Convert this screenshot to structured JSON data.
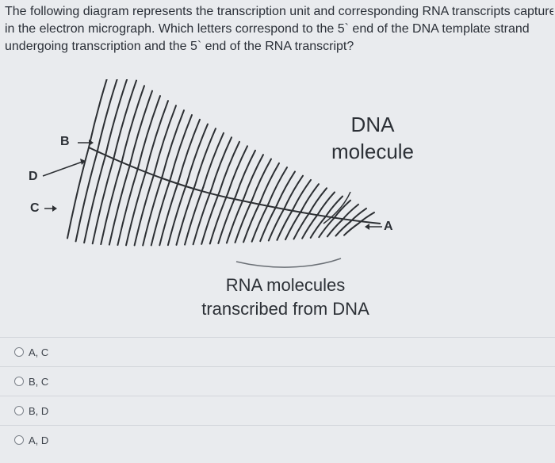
{
  "question": {
    "line1": "The following diagram represents the transcription unit and corresponding RNA transcripts capturec",
    "line2": "in the electron micrograph. Which letters correspond to the 5` end of the DNA template strand",
    "line3": "undergoing transcription and the 5` end of the RNA transcript?"
  },
  "figure": {
    "label_b": "B",
    "label_d": "D",
    "label_c": "C",
    "label_a": "A",
    "dna_line1": "DNA",
    "dna_line2": "molecule",
    "rna_line1": "RNA molecules",
    "rna_line2": "transcribed from DNA"
  },
  "options": [
    {
      "label": "A, C"
    },
    {
      "label": "B, C"
    },
    {
      "label": "B, D"
    },
    {
      "label": "A, D"
    }
  ]
}
